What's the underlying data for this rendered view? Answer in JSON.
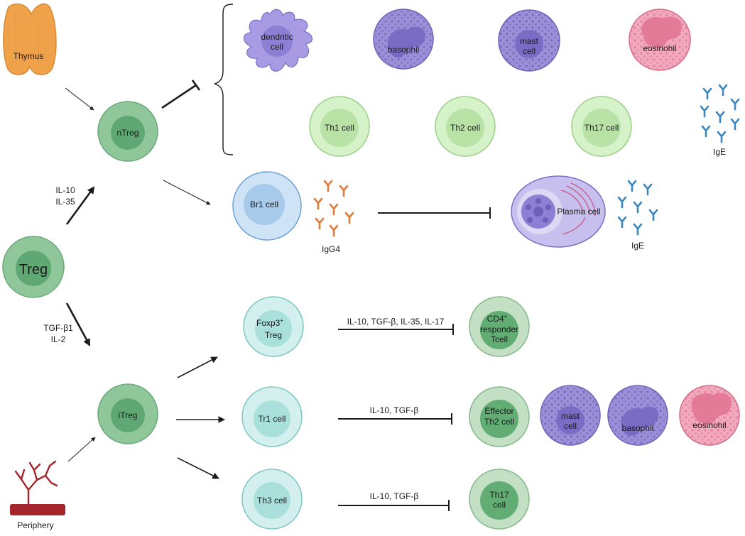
{
  "colors": {
    "treg_outer": "#8fc79a",
    "treg_inner": "#5fa874",
    "light_green_outer": "#d6f2c8",
    "light_green_inner": "#b9e3a6",
    "blue_outer": "#cfe3f6",
    "blue_inner": "#a7c9ea",
    "teal_outer": "#d3f0ee",
    "teal_inner": "#a9e0dc",
    "gray_green_outer": "#c3dfc4",
    "gray_green_inner": "#62ad74",
    "purple": "#9b8fd8",
    "purple_dark": "#7a6cc4",
    "pink": "#f3a9bd",
    "pink_dark": "#e27a98",
    "antibody_blue": "#3c87c0",
    "antibody_orange": "#e07b3a",
    "vessel": "#a4262c",
    "thymus": "#f0a24b"
  },
  "sources": {
    "thymus": "Thymus",
    "periphery": "Periphery"
  },
  "cells": {
    "treg": "Treg",
    "ntreg": "nTreg",
    "itreg": "iTreg",
    "dendritic_line1": "dendritic",
    "dendritic_line2": "cell",
    "basophil_top": "basophil",
    "mast_top_line1": "mast",
    "mast_top_line2": "cell",
    "eosinophil_top": "eosinohil",
    "th1": "Th1 cell",
    "th2": "Th2 cell",
    "th17_top": "Th17 cell",
    "br1": "Br1 cell",
    "plasma": "Plasma cell",
    "foxp3_line1": "Foxp3",
    "foxp3_sup": "+",
    "foxp3_line2": "Treg",
    "tr1": "Tr1 cell",
    "th3": "Th3 cell",
    "cd4_line1": "CD4",
    "cd4_sup": "+",
    "cd4_line2": "responder",
    "cd4_line3": "Tcell",
    "effector_line1": "Effector",
    "effector_line2": "Th2 cell",
    "mast_bottom_line1": "mast",
    "mast_bottom_line2": "cell",
    "basophil_bottom": "basophil",
    "eosinophil_bottom": "eosinohil",
    "th17_bottom_line1": "Th17",
    "th17_bottom_line2": "cell"
  },
  "antibodies": {
    "ige_top": "IgE",
    "igg4": "IgG4",
    "ige_mid": "IgE"
  },
  "cytokines": {
    "ntreg_line1": "IL-10",
    "ntreg_line2": "IL-35",
    "itreg_line1": "TGF-β1",
    "itreg_line2": "IL-2",
    "foxp3_inhibition": "IL-10, TGF-β, IL-35, IL-17",
    "tr1_inhibition": "IL-10, TGF-β",
    "th3_inhibition": "IL-10, TGF-β"
  }
}
